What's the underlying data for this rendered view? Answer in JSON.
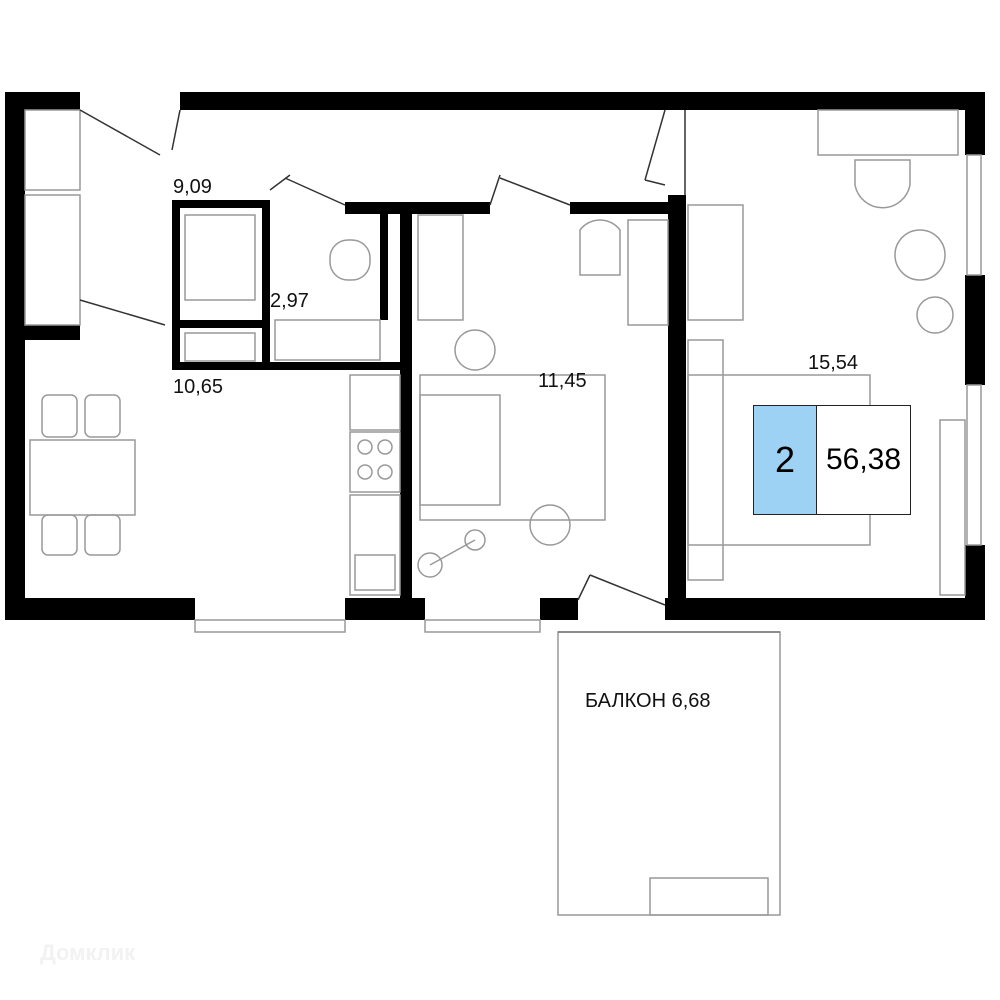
{
  "rooms": {
    "bathroom": "9,09",
    "toilet": "2,97",
    "hall": "10,65",
    "kitchen_living": "11,45",
    "bedroom": "15,54",
    "balcony": "БАЛКОН 6,68"
  },
  "summary": {
    "room_count": "2",
    "total_area": "56,38",
    "accent_color": "#9dd2f5"
  },
  "watermark": "Домклик"
}
